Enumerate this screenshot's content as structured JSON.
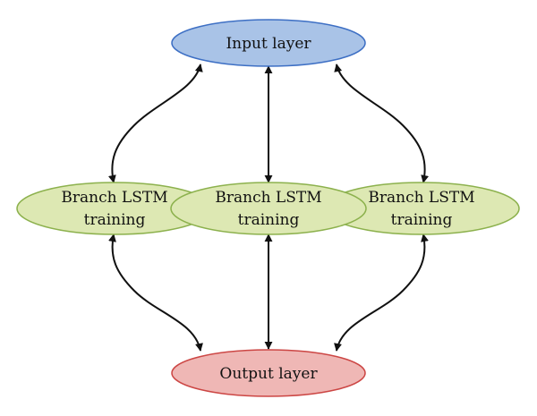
{
  "diagram": {
    "input": {
      "label": "Input layer",
      "fill": "#a9c3e7",
      "stroke": "#3d6fc4"
    },
    "output": {
      "label": "Output layer",
      "fill": "#efb7b5",
      "stroke": "#cc4644"
    },
    "branches": [
      {
        "line1": "Branch LSTM",
        "line2": "training"
      },
      {
        "line1": "Branch LSTM",
        "line2": "training"
      },
      {
        "line1": "Branch LSTM",
        "line2": "training"
      }
    ],
    "branch_colors": {
      "fill": "#dde8b3",
      "stroke": "#8cb14d"
    },
    "edges": [
      {
        "from": "input",
        "to": "branch-left",
        "direction": "both"
      },
      {
        "from": "input",
        "to": "branch-center",
        "direction": "both"
      },
      {
        "from": "input",
        "to": "branch-right",
        "direction": "both"
      },
      {
        "from": "branch-left",
        "to": "output",
        "direction": "both"
      },
      {
        "from": "branch-center",
        "to": "output",
        "direction": "both"
      },
      {
        "from": "branch-right",
        "to": "output",
        "direction": "both"
      }
    ]
  }
}
